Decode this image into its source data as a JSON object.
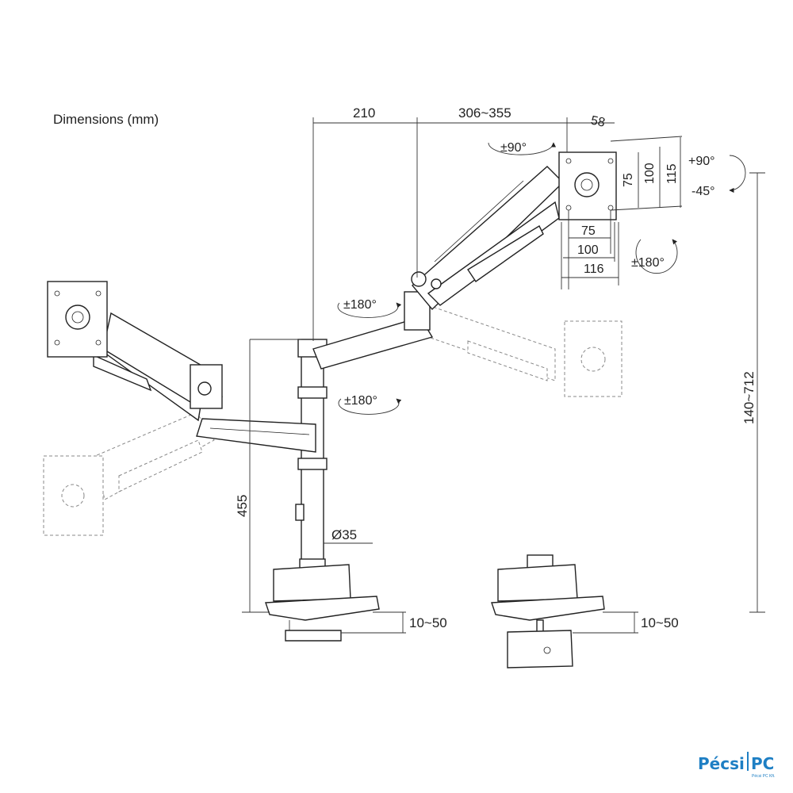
{
  "title": "Dimensions (mm)",
  "dimensions": {
    "arm_reach_inner": "210",
    "arm_reach_outer": "306~355",
    "head_depth": "58",
    "vesa_inner_v": "75",
    "vesa_mid_v": "100",
    "vesa_outer_v": "115",
    "vesa_inner_h": "75",
    "vesa_mid_h": "100",
    "vesa_outer_h": "116",
    "pole_height": "455",
    "pole_diameter": "Ø35",
    "clamp_thickness_1": "10~50",
    "clamp_thickness_2": "10~50",
    "height_range": "140~712"
  },
  "rotations": {
    "head_rotation": "±90°",
    "tilt_up": "+90°",
    "tilt_down": "-45°",
    "vesa_rotation": "±180°",
    "arm_rotation_upper": "±180°",
    "arm_rotation_lower": "±180°"
  },
  "watermark": {
    "brand_left": "Pécsi",
    "brand_right": "PC",
    "brand_sub": "Pécsi PC Kft."
  },
  "colors": {
    "line": "#222222",
    "ghost_line": "#888888",
    "brand_blue": "#1e7fc4"
  }
}
